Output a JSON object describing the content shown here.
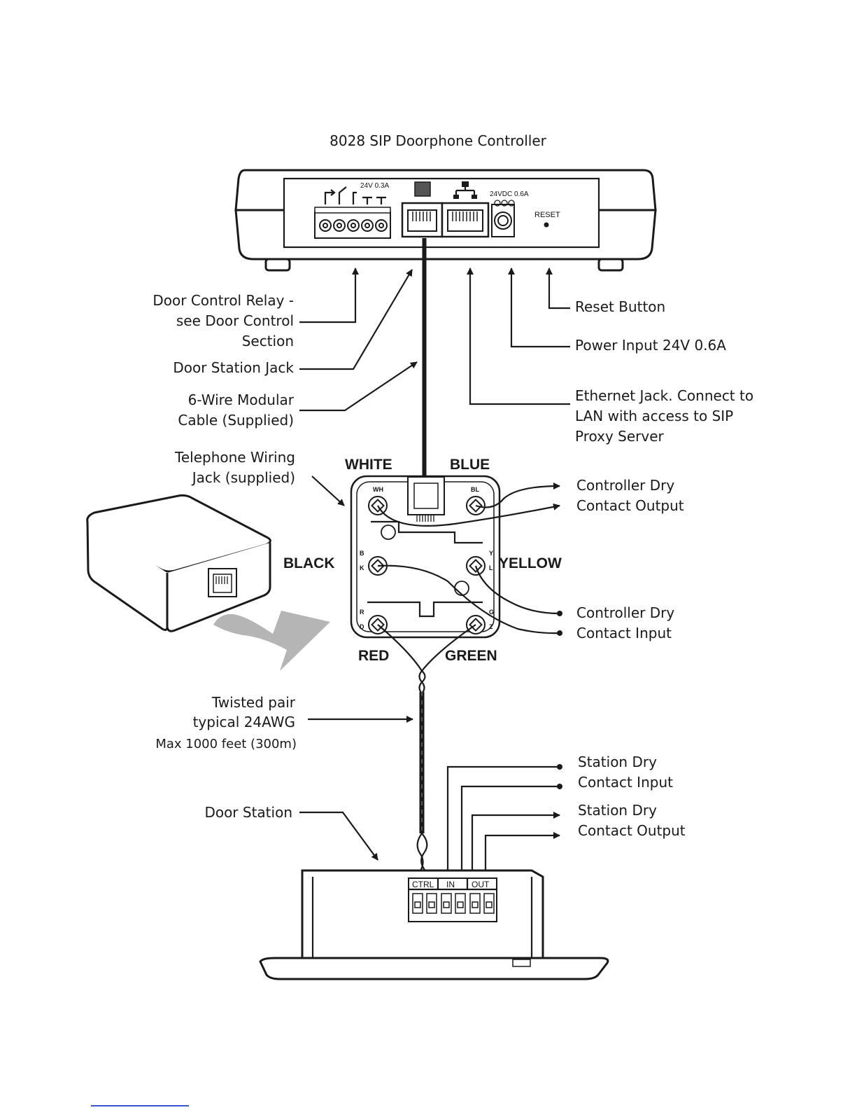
{
  "title": "8028 SIP Doorphone Controller",
  "device_labels": {
    "relay_rating": "24V 0.3A",
    "power_rating": "24VDC 0.6A",
    "reset": "RESET"
  },
  "callouts_left": {
    "door_control_relay": [
      "Door Control Relay -",
      "see Door Control",
      "Section"
    ],
    "door_station_jack": "Door Station Jack",
    "modular_cable": [
      "6-Wire Modular",
      "Cable (Supplied)"
    ],
    "telephone_jack": [
      "Telephone Wiring",
      "Jack (supplied)"
    ],
    "twisted_pair": [
      "Twisted pair",
      "typical 24AWG",
      "Max 1000 feet (300m)"
    ],
    "door_station": "Door Station"
  },
  "callouts_right": {
    "reset_button": "Reset Button",
    "power_input": "Power Input 24V 0.6A",
    "ethernet": [
      "Ethernet Jack. Connect to",
      "LAN with access to SIP",
      "Proxy Server"
    ],
    "controller_output": [
      "Controller Dry",
      "Contact Output"
    ],
    "controller_input": [
      "Controller Dry",
      "Contact Input"
    ],
    "station_input": [
      "Station Dry",
      "Contact Input"
    ],
    "station_output": [
      "Station Dry",
      "Contact Output"
    ]
  },
  "wire_colors": {
    "white": "WHITE",
    "blue": "BLUE",
    "black": "BLACK",
    "yellow": "YELLOW",
    "red": "RED",
    "green": "GREEN"
  },
  "terminal_pins": {
    "wh": "WH",
    "bl": "BL",
    "bk": [
      "B",
      "K"
    ],
    "yl": [
      "Y",
      "L"
    ],
    "rd": [
      "R",
      "D"
    ],
    "gz": [
      "G",
      "Z"
    ]
  },
  "door_station_terminals": [
    "CTRL",
    "IN",
    "OUT"
  ]
}
